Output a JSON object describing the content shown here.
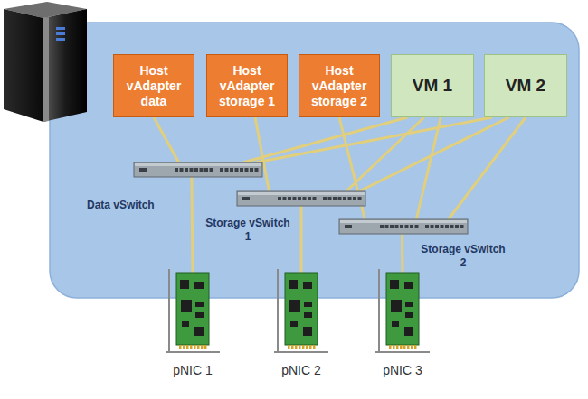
{
  "diagram": {
    "nodes": [
      {
        "text": [
          "Host vAdapter data"
        ]
      },
      {
        "text": [
          "Host vAdapter storage 1"
        ]
      },
      {
        "text": [
          "Host vAdapter storage 2"
        ]
      },
      {
        "text": [
          "VM 1"
        ]
      },
      {
        "text": [
          "VM 2"
        ]
      },
      {
        "text": [
          "Data vSwitch"
        ]
      },
      {
        "text": [
          "Storage vSwitch 1"
        ]
      },
      {
        "text": [
          "Storage vSwitch 2"
        ]
      },
      {
        "text": [
          "pNIC 1"
        ]
      },
      {
        "text": [
          "pNIC 2"
        ]
      },
      {
        "text": [
          "pNIC 3"
        ]
      }
    ],
    "edges": [
      {
        "from": 0,
        "to": 5,
        "arrow": "none"
      },
      {
        "from": 1,
        "to": 6,
        "arrow": "none"
      },
      {
        "from": 2,
        "to": 7,
        "arrow": "none"
      },
      {
        "from": 3,
        "to": 5,
        "arrow": "none"
      },
      {
        "from": 3,
        "to": 6,
        "arrow": "none"
      },
      {
        "from": 3,
        "to": 7,
        "arrow": "none"
      },
      {
        "from": 4,
        "to": 5,
        "arrow": "none"
      },
      {
        "from": 4,
        "to": 6,
        "arrow": "none"
      },
      {
        "from": 4,
        "to": 7,
        "arrow": "none"
      },
      {
        "from": 5,
        "to": 8,
        "arrow": "none"
      },
      {
        "from": 6,
        "to": 9,
        "arrow": "none"
      },
      {
        "from": 7,
        "to": 10,
        "arrow": "none"
      }
    ]
  }
}
